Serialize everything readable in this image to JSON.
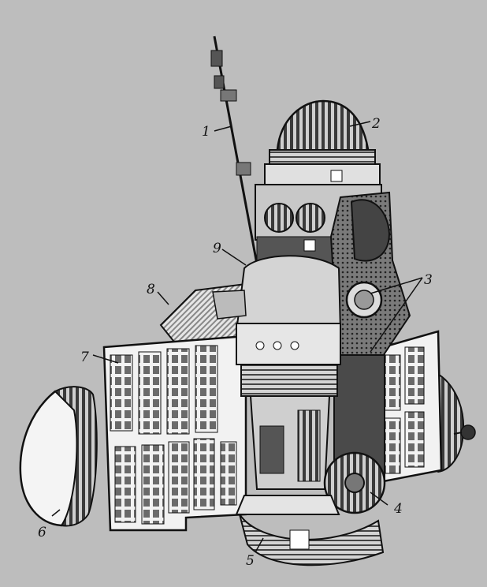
{
  "figure": {
    "callouts": [
      {
        "id": "1",
        "label": "1"
      },
      {
        "id": "2",
        "label": "2"
      },
      {
        "id": "3",
        "label": "3"
      },
      {
        "id": "4",
        "label": "4"
      },
      {
        "id": "5",
        "label": "5"
      },
      {
        "id": "6",
        "label": "6"
      },
      {
        "id": "7",
        "label": "7"
      },
      {
        "id": "8",
        "label": "8"
      },
      {
        "id": "9",
        "label": "9"
      }
    ],
    "colors": {
      "background": "#bdbdbd",
      "ink": "#111111",
      "panel": "#f2f2f2",
      "body_light": "#d8d8d8",
      "body_dark": "#5a5a5a"
    }
  }
}
